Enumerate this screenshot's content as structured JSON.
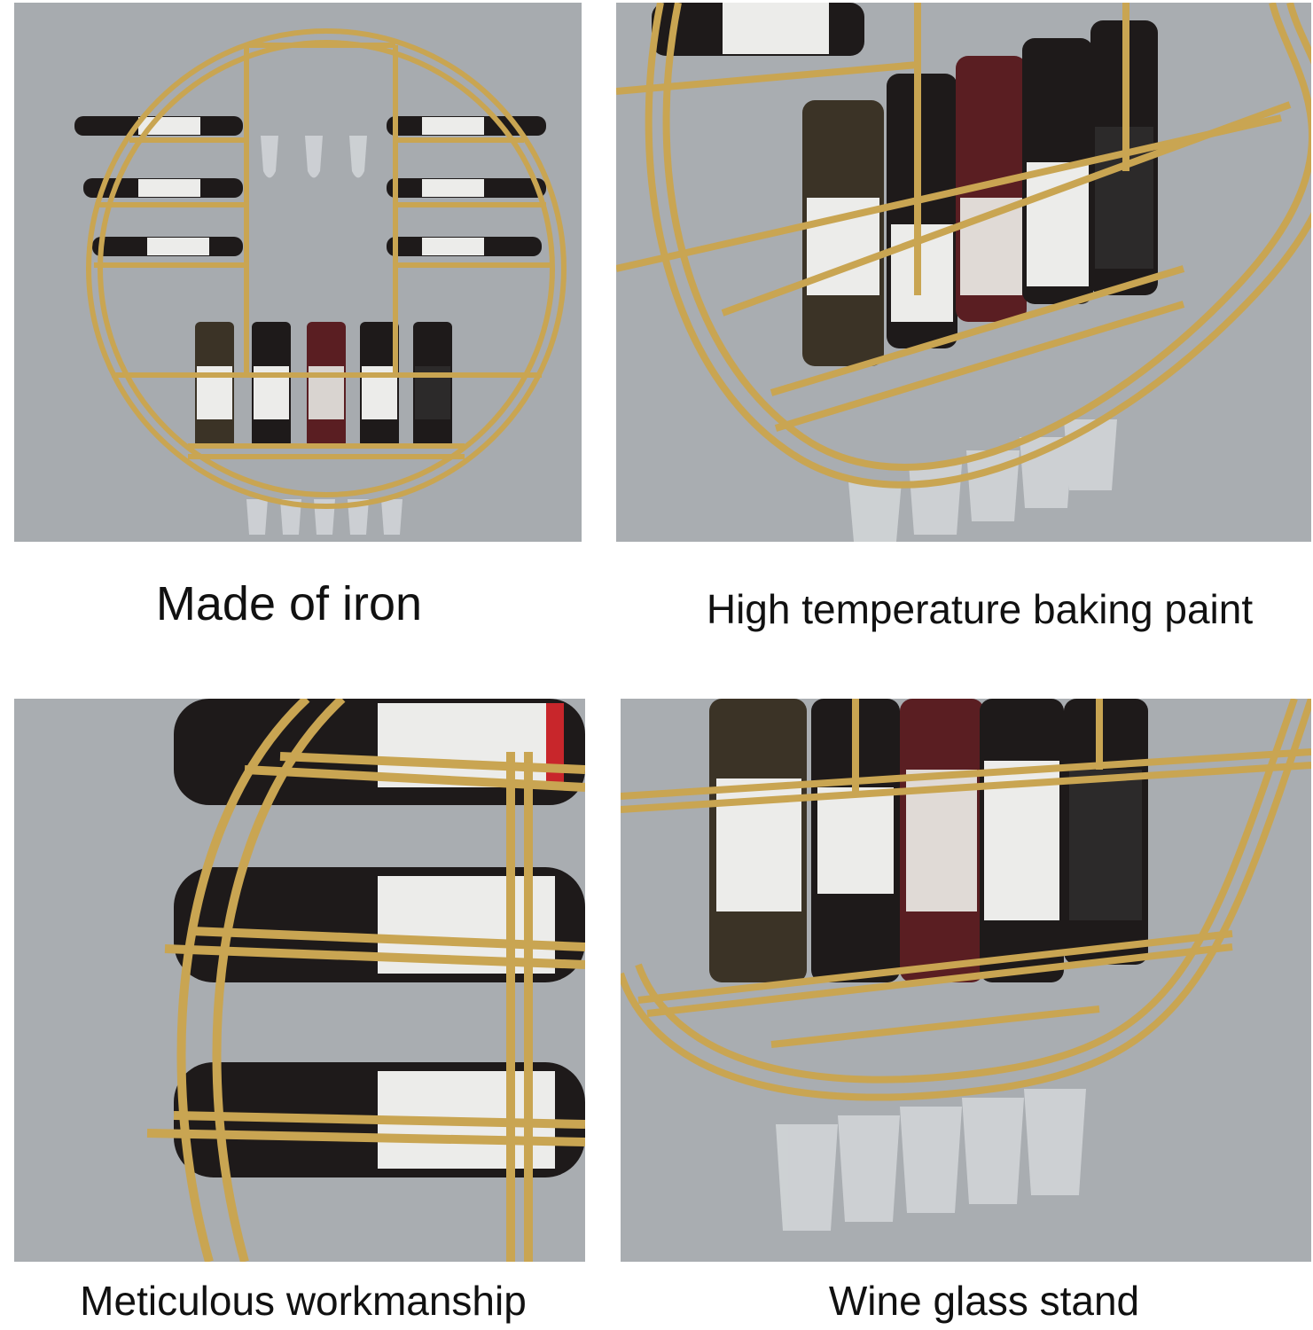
{
  "panels": [
    {
      "id": "p1",
      "caption": "Made of iron"
    },
    {
      "id": "p2",
      "caption": "High temperature baking paint"
    },
    {
      "id": "p3",
      "caption": "Meticulous workmanship"
    },
    {
      "id": "p4",
      "caption": "Wine glass stand"
    }
  ],
  "colors": {
    "wall": "#a9adb1",
    "gold_frame": "#c9a552",
    "bottle_dark": "#1e1a1a",
    "bottle_label": "#ececea",
    "bottle_red": "#5a1e22",
    "glass": "#d6d9dc"
  }
}
